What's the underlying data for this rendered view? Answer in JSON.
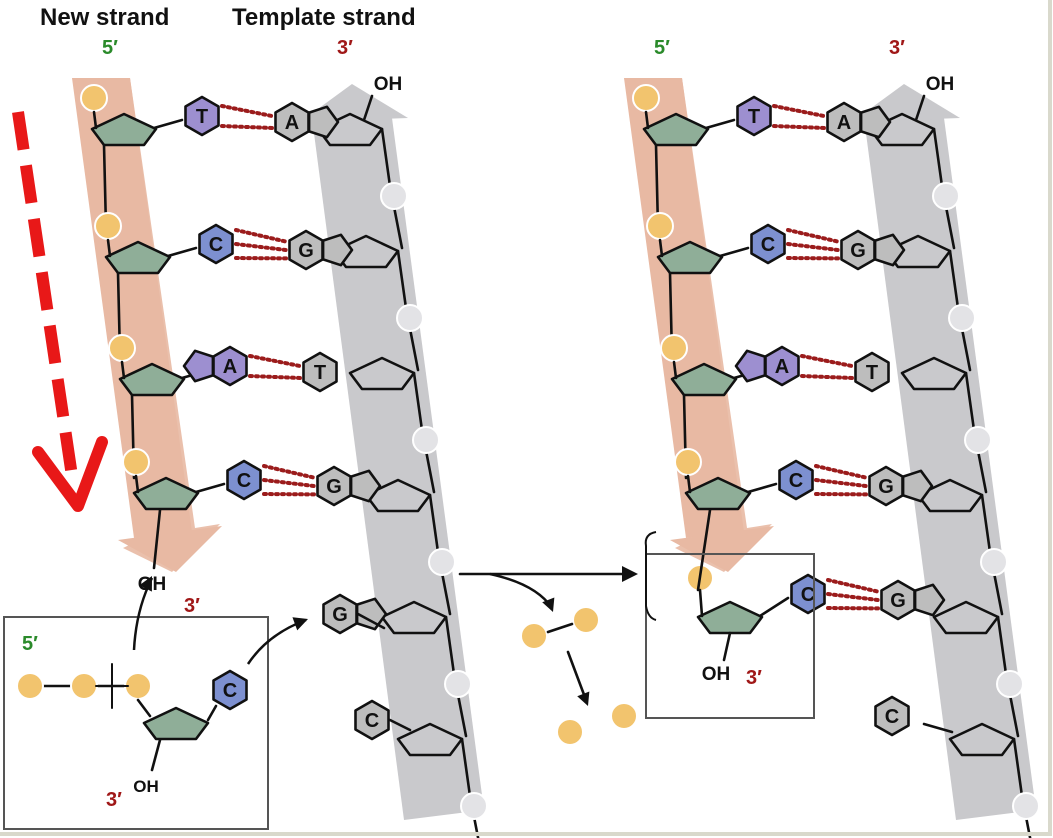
{
  "headers": {
    "new_strand": "New strand",
    "template_strand": "Template strand"
  },
  "labels": {
    "five_prime": "5′",
    "three_prime": "3′",
    "oh": "OH"
  },
  "panels": {
    "left": {
      "base_pairs": [
        {
          "new": "T",
          "template": "A"
        },
        {
          "new": "C",
          "template": "G"
        },
        {
          "new": "A",
          "template": "T"
        },
        {
          "new": "C",
          "template": "G"
        }
      ],
      "unpaired_template": [
        "G",
        "C"
      ],
      "incoming_nucleotide_base": "C"
    },
    "right": {
      "base_pairs": [
        {
          "new": "T",
          "template": "A"
        },
        {
          "new": "C",
          "template": "G"
        },
        {
          "new": "A",
          "template": "T"
        },
        {
          "new": "C",
          "template": "G"
        },
        {
          "new": "C",
          "template": "G"
        }
      ],
      "unpaired_template": [
        "C"
      ]
    }
  },
  "colors": {
    "new_strand_arrow": "#e8b9a3",
    "template_strand_arrow": "#c9c9cc",
    "sugar": "#8fae98",
    "phosphate": "#f2c46e",
    "template_phosphate": "#e3e3e6",
    "purine_pyrimidine_new": "#9d8fd0",
    "base_c_new": "#7d90d0",
    "base_template": "#bdbdbd",
    "hbond": "#9b1c1c",
    "five_prime": "#2a8a2a",
    "three_prime": "#a01818",
    "direction_arrow": "#e81818"
  }
}
